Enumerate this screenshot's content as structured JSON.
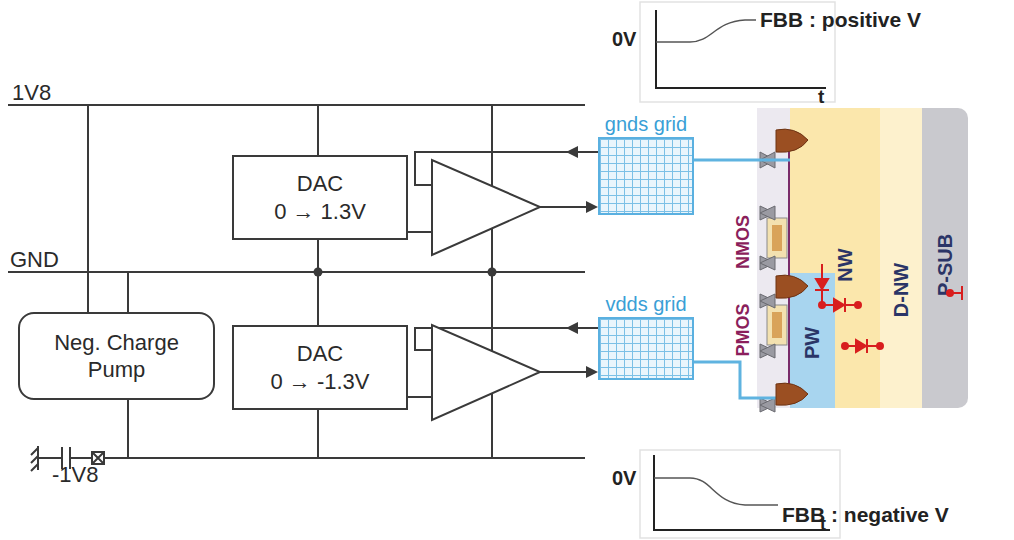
{
  "diagram": {
    "nodes": [
      {
        "text": [
          "DAC",
          "0 → 1.3V"
        ]
      },
      {
        "text": [
          "DAC",
          "0 → -1.3V"
        ]
      },
      {
        "text": [
          "Neg. Charge Pump"
        ]
      },
      {
        "text": [
          "gnds grid"
        ]
      },
      {
        "text": [
          "vdds grid"
        ]
      },
      {
        "text": [
          "NW"
        ]
      },
      {
        "text": [
          "PW"
        ],
        "in": 5
      },
      {
        "text": [
          "D-NW"
        ]
      },
      {
        "text": [
          "P-SUB"
        ]
      }
    ],
    "edges": [
      {
        "from": 3,
        "to": 5,
        "arrow": "none"
      },
      {
        "from": 4,
        "to": 6,
        "arrow": "none"
      }
    ],
    "labels": [
      "1V8",
      "GND",
      "-1V8",
      "NMOS",
      "PMOS",
      "0V",
      "t",
      "FBB : positive V",
      "0V",
      "t",
      "FBB : negative V"
    ]
  }
}
